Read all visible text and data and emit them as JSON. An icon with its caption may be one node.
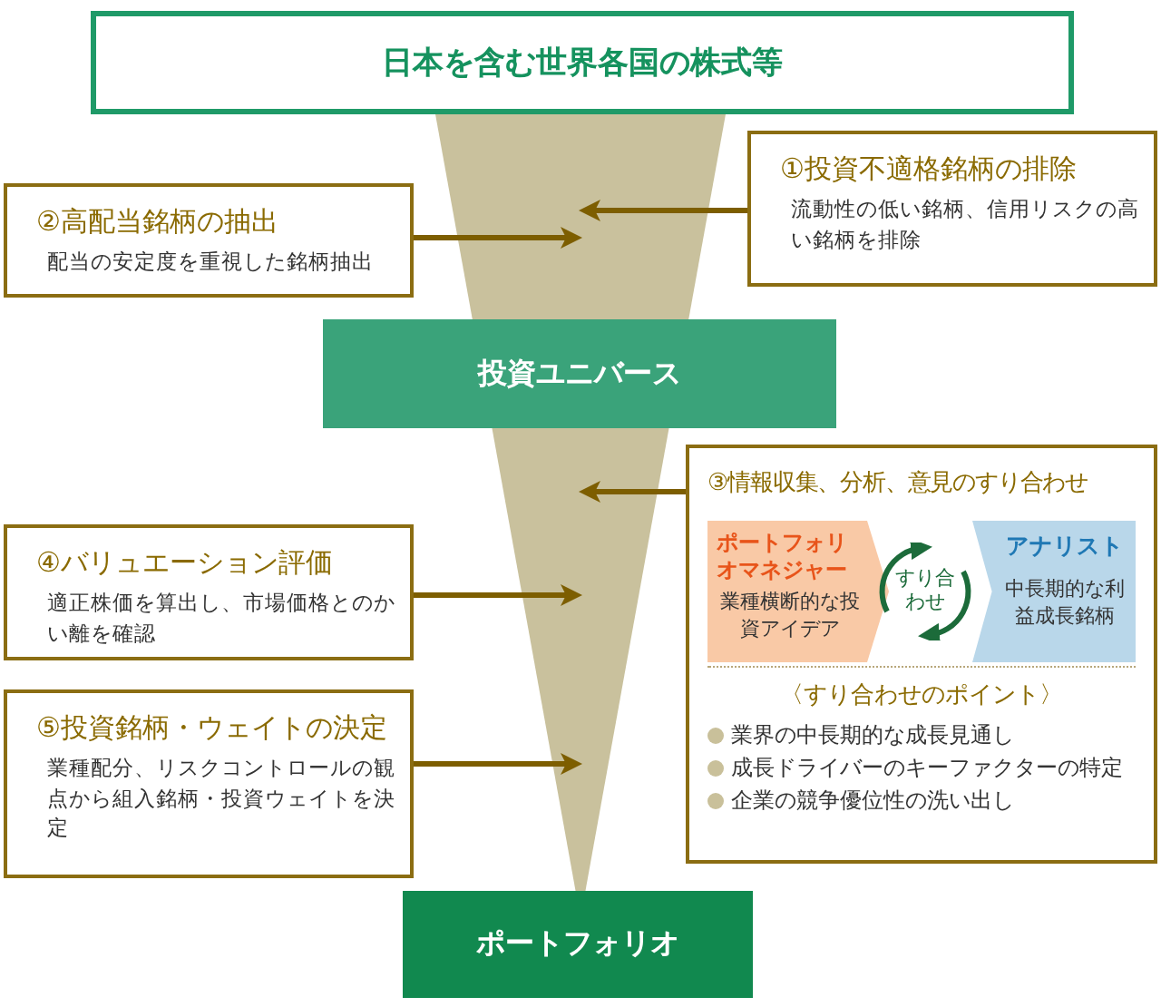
{
  "diagram": {
    "nodes": [
      {
        "text": [
          "日本を含む世界各国の株式等"
        ]
      },
      {
        "text": [
          "①投資不適格銘柄の排除",
          "流動性の低い銘柄、信用リスクの高い銘柄を排除"
        ]
      },
      {
        "text": [
          "②高配当銘柄の抽出",
          "配当の安定度を重視した銘柄抽出"
        ]
      },
      {
        "text": [
          "投資ユニバース"
        ]
      },
      {
        "text": [
          "③情報収集、分析、意見のすり合わせ",
          "〈すり合わせのポイント〉",
          "業界の中長期的な成長見通し",
          "成長ドライバーのキーファクターの特定",
          "企業の競争優位性の洗い出し"
        ]
      },
      {
        "text": [
          "ポートフォリオマネジャー",
          "業種横断的な投資アイデア"
        ],
        "in": 4
      },
      {
        "text": [
          "すり合わせ"
        ],
        "in": 4
      },
      {
        "text": [
          "アナリスト",
          "中長期的な利益成長銘柄"
        ],
        "in": 4
      },
      {
        "text": [
          "④バリュエーション評価",
          "適正株価を算出し、市場価格とのかい離を確認"
        ]
      },
      {
        "text": [
          "⑤投資銘柄・ウェイトの決定",
          "業種配分、リスクコントロールの観点から組入銘柄・投資ウェイトを決定"
        ]
      },
      {
        "text": [
          "ポートフォリオ"
        ]
      }
    ],
    "edges": [
      {
        "from": 1,
        "to": null,
        "arrow": "to"
      },
      {
        "from": 2,
        "to": null,
        "arrow": "to"
      },
      {
        "from": 4,
        "to": null,
        "arrow": "to"
      },
      {
        "from": 8,
        "to": null,
        "arrow": "to"
      },
      {
        "from": 9,
        "to": null,
        "arrow": "to"
      }
    ]
  }
}
